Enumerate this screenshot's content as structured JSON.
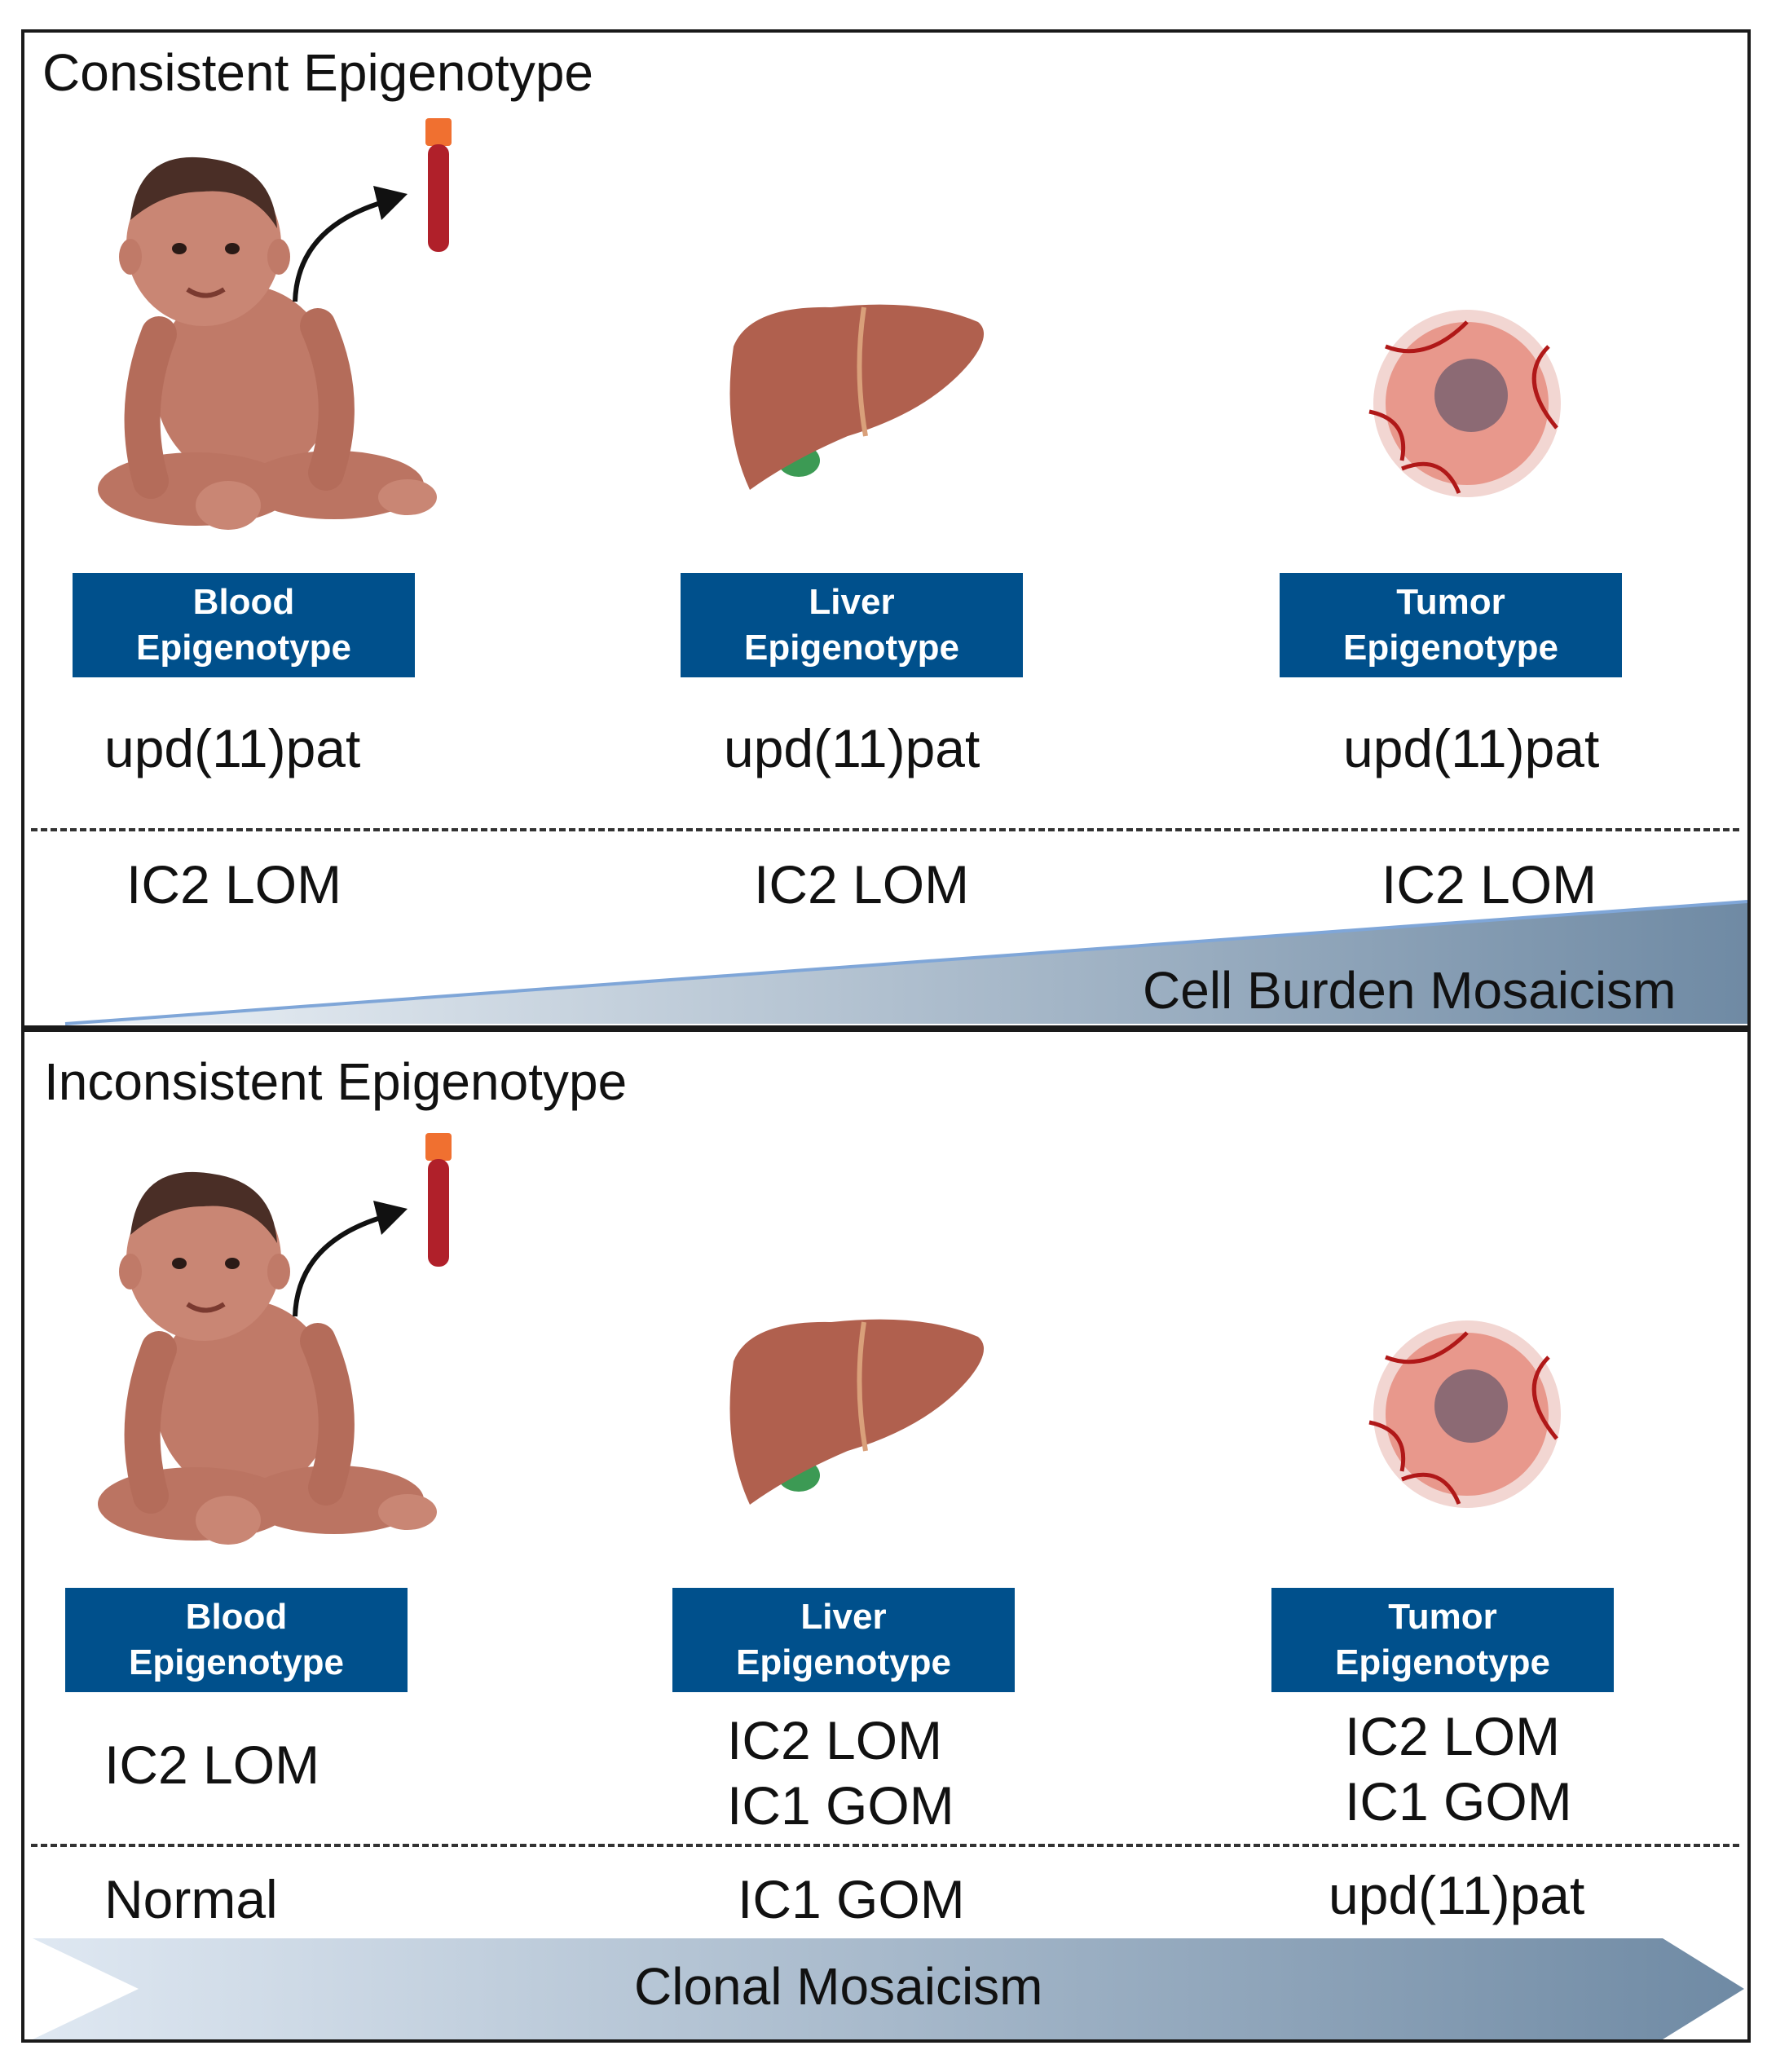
{
  "panels": {
    "consistent": {
      "title": "Consistent Epigenotype",
      "columns": [
        {
          "label_line1": "Blood",
          "label_line2": "Epigenotype",
          "row1": "upd(11)pat",
          "row2": "IC2 LOM"
        },
        {
          "label_line1": "Liver",
          "label_line2": "Epigenotype",
          "row1": "upd(11)pat",
          "row2": "IC2 LOM"
        },
        {
          "label_line1": "Tumor",
          "label_line2": "Epigenotype",
          "row1": "upd(11)pat",
          "row2": "IC2 LOM"
        }
      ],
      "gradient_label": "Cell Burden Mosaicism"
    },
    "inconsistent": {
      "title": "Inconsistent Epigenotype",
      "columns": [
        {
          "label_line1": "Blood",
          "label_line2": "Epigenotype",
          "row1_a": "IC2 LOM",
          "row1_b": "",
          "row2": "Normal"
        },
        {
          "label_line1": "Liver",
          "label_line2": "Epigenotype",
          "row1_a": "IC2 LOM",
          "row1_b": "IC1 GOM",
          "row2": "IC1 GOM"
        },
        {
          "label_line1": "Tumor",
          "label_line2": "Epigenotype",
          "row1_a": "IC2 LOM",
          "row1_b": "IC1 GOM",
          "row2": "upd(11)pat"
        }
      ],
      "gradient_label": "Clonal Mosaicism"
    }
  },
  "colors": {
    "label_box": "#00508c",
    "skin": "#c07a68",
    "liver": "#b0604e",
    "gallbladder": "#3c9a54",
    "tumor": "#e8988c",
    "blood": "#b0202a",
    "tube_cap": "#f07030",
    "gradient_start": "#dfe8f2",
    "gradient_end": "#6f8aa4"
  }
}
